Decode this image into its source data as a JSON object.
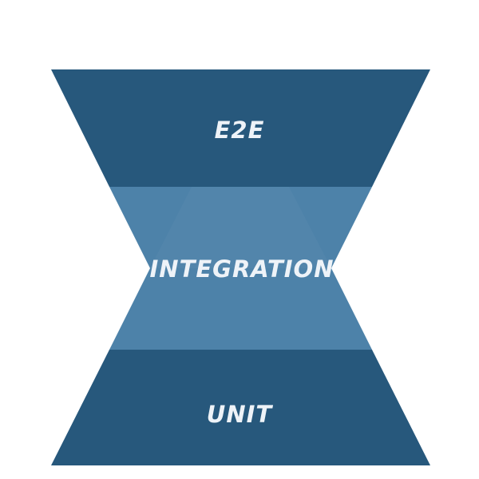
{
  "diagram": {
    "type": "hourglass-testing-model",
    "layers": [
      {
        "id": "top",
        "label": "E2E",
        "color": "#27587c"
      },
      {
        "id": "middle",
        "label": "INTEGRATION",
        "color": "#4d82a9"
      },
      {
        "id": "bottom",
        "label": "UNIT",
        "color": "#27587c"
      }
    ],
    "background": "#ffffff"
  }
}
